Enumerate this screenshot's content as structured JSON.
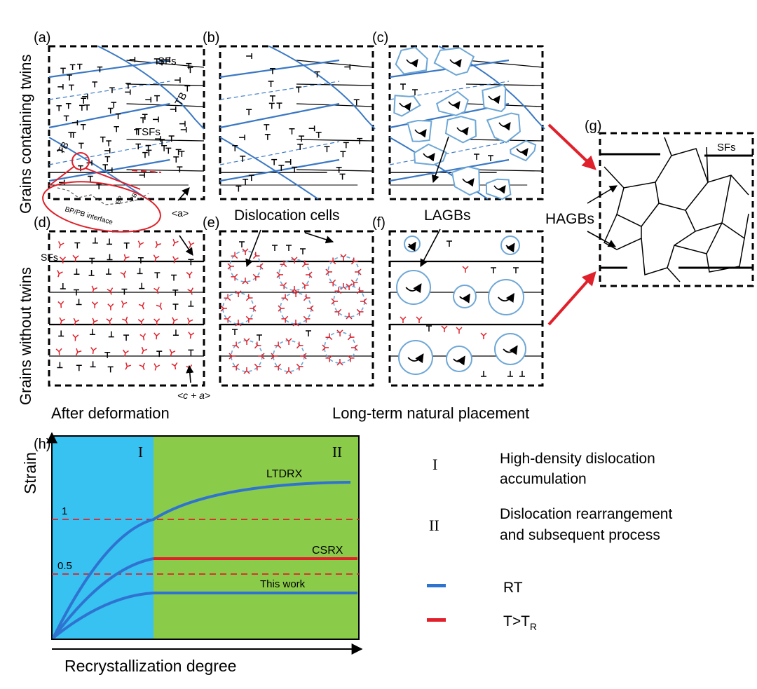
{
  "panel_labels": [
    "(a)",
    "(b)",
    "(c)",
    "(d)",
    "(e)",
    "(f)",
    "(g)",
    "(h)"
  ],
  "row_labels": {
    "top": "Grains containing twins",
    "bottom": "Grains without twins"
  },
  "column_labels": {
    "left": "After deformation",
    "right": "Long-term natural placement"
  },
  "annotations": {
    "sfs": "SFs",
    "tb": "TB",
    "tsfs": "TSFs",
    "bp_pb_interface": "BP/PB interface",
    "bp": "BP",
    "pb": "PB",
    "a_type": "<a>",
    "ca_type": "<c + a>",
    "dislocation_cells": "Dislocation cells",
    "lagbs": "LAGBs",
    "hagbs": "HAGBs"
  },
  "colors": {
    "blue_line": "#3a78c4",
    "red_dislocation": "#e0202a",
    "red_arrow": "#e0202a",
    "cell_blue": "#6ea7d6",
    "stage_one_bg": "#38c2f2",
    "stage_two_bg": "#8bcb4a"
  },
  "chart_data": {
    "type": "line",
    "xlabel": "Recrystallization degree",
    "ylabel": "Strain",
    "region_labels": [
      "I",
      "II"
    ],
    "reference_lines": [
      {
        "label": "1",
        "value": 1
      },
      {
        "label": "0.5",
        "value": 0.5
      }
    ],
    "series": [
      {
        "name": "LTDRX",
        "legend": "RT",
        "color": "#2f73d0"
      },
      {
        "name": "CSRX",
        "legend": "T>TR",
        "color": "#e0202a"
      },
      {
        "name": "This work",
        "legend": "RT",
        "color": "#2f73d0"
      }
    ],
    "legend": [
      {
        "symbol": "I",
        "text_lines": [
          "High-density dislocation",
          "accumulation"
        ]
      },
      {
        "symbol": "II",
        "text_lines": [
          "Dislocation rearrangement",
          "and subsequent process"
        ]
      },
      {
        "swatch": "#2f73d0",
        "text": "RT"
      },
      {
        "swatch": "#e0202a",
        "text": "T>T",
        "subscript": "R"
      }
    ]
  }
}
